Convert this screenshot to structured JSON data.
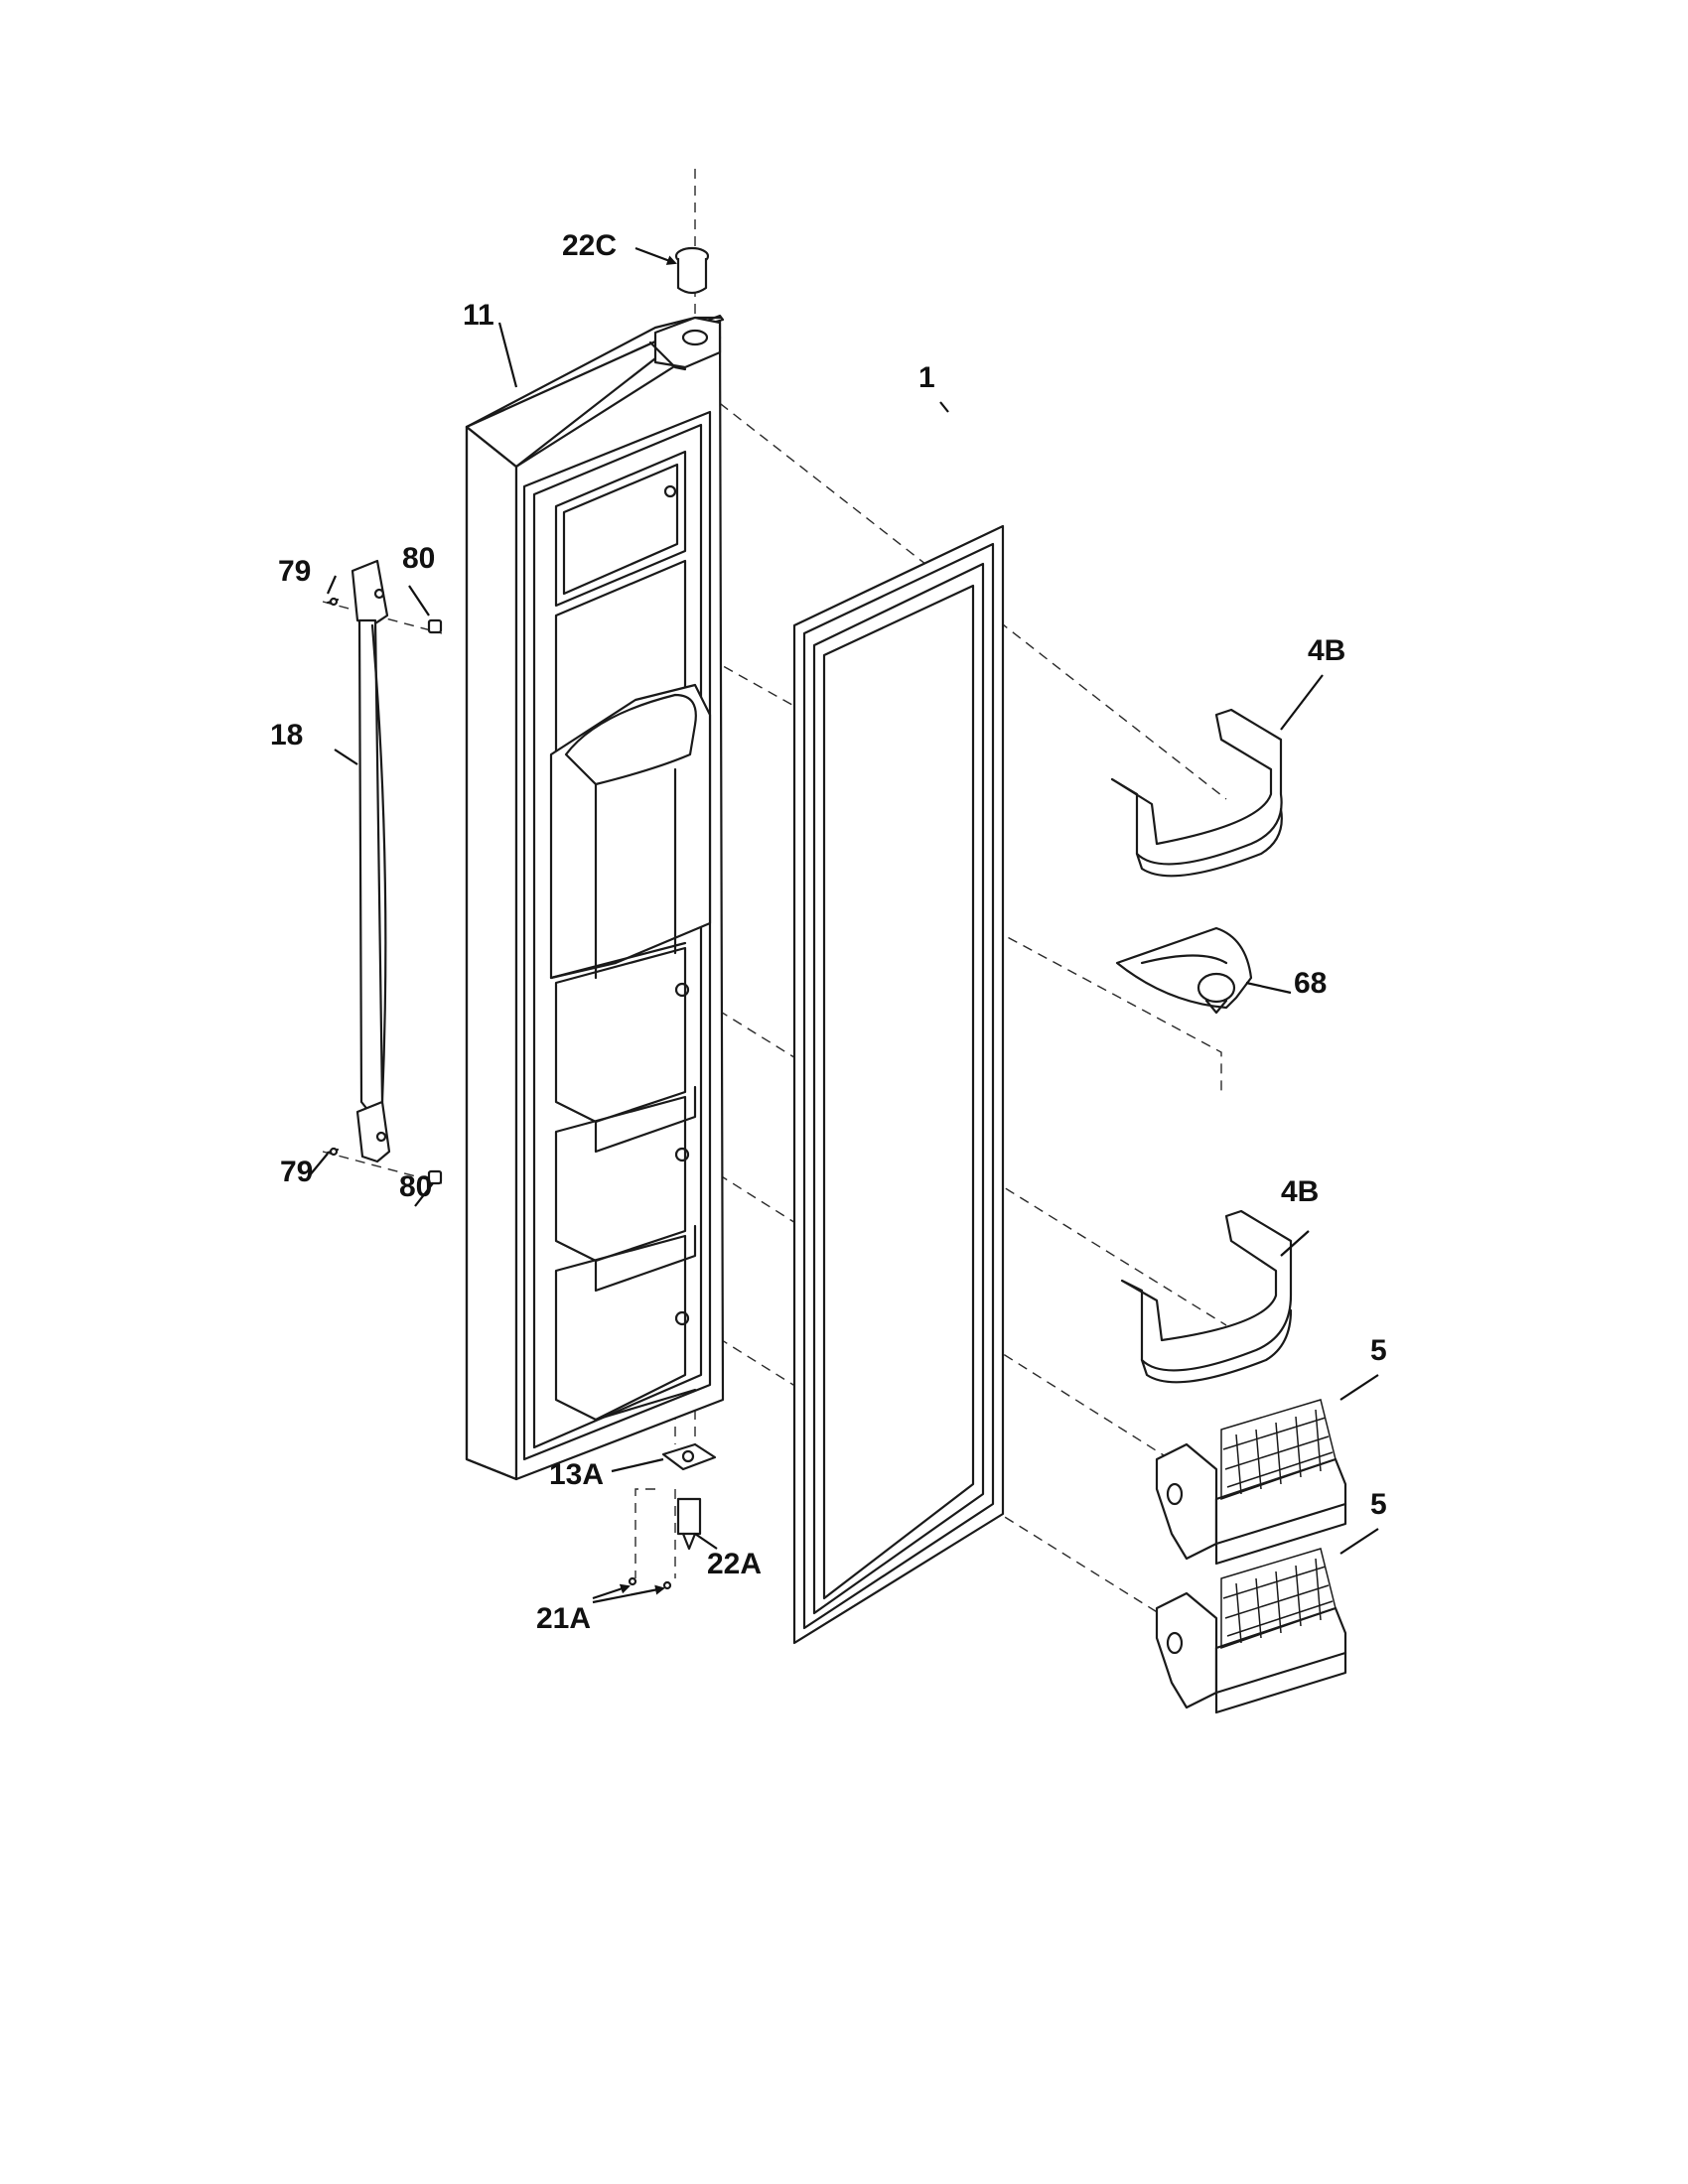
{
  "diagram": {
    "labels": {
      "p22C": "22C",
      "p11": "11",
      "p1": "1",
      "p79a": "79",
      "p80a": "80",
      "p18": "18",
      "p4Ba": "4B",
      "p68": "68",
      "p79b": "79",
      "p80b": "80",
      "p4Bb": "4B",
      "p5a": "5",
      "p13A": "13A",
      "p22A": "22A",
      "p5b": "5",
      "p21A": "21A"
    }
  }
}
